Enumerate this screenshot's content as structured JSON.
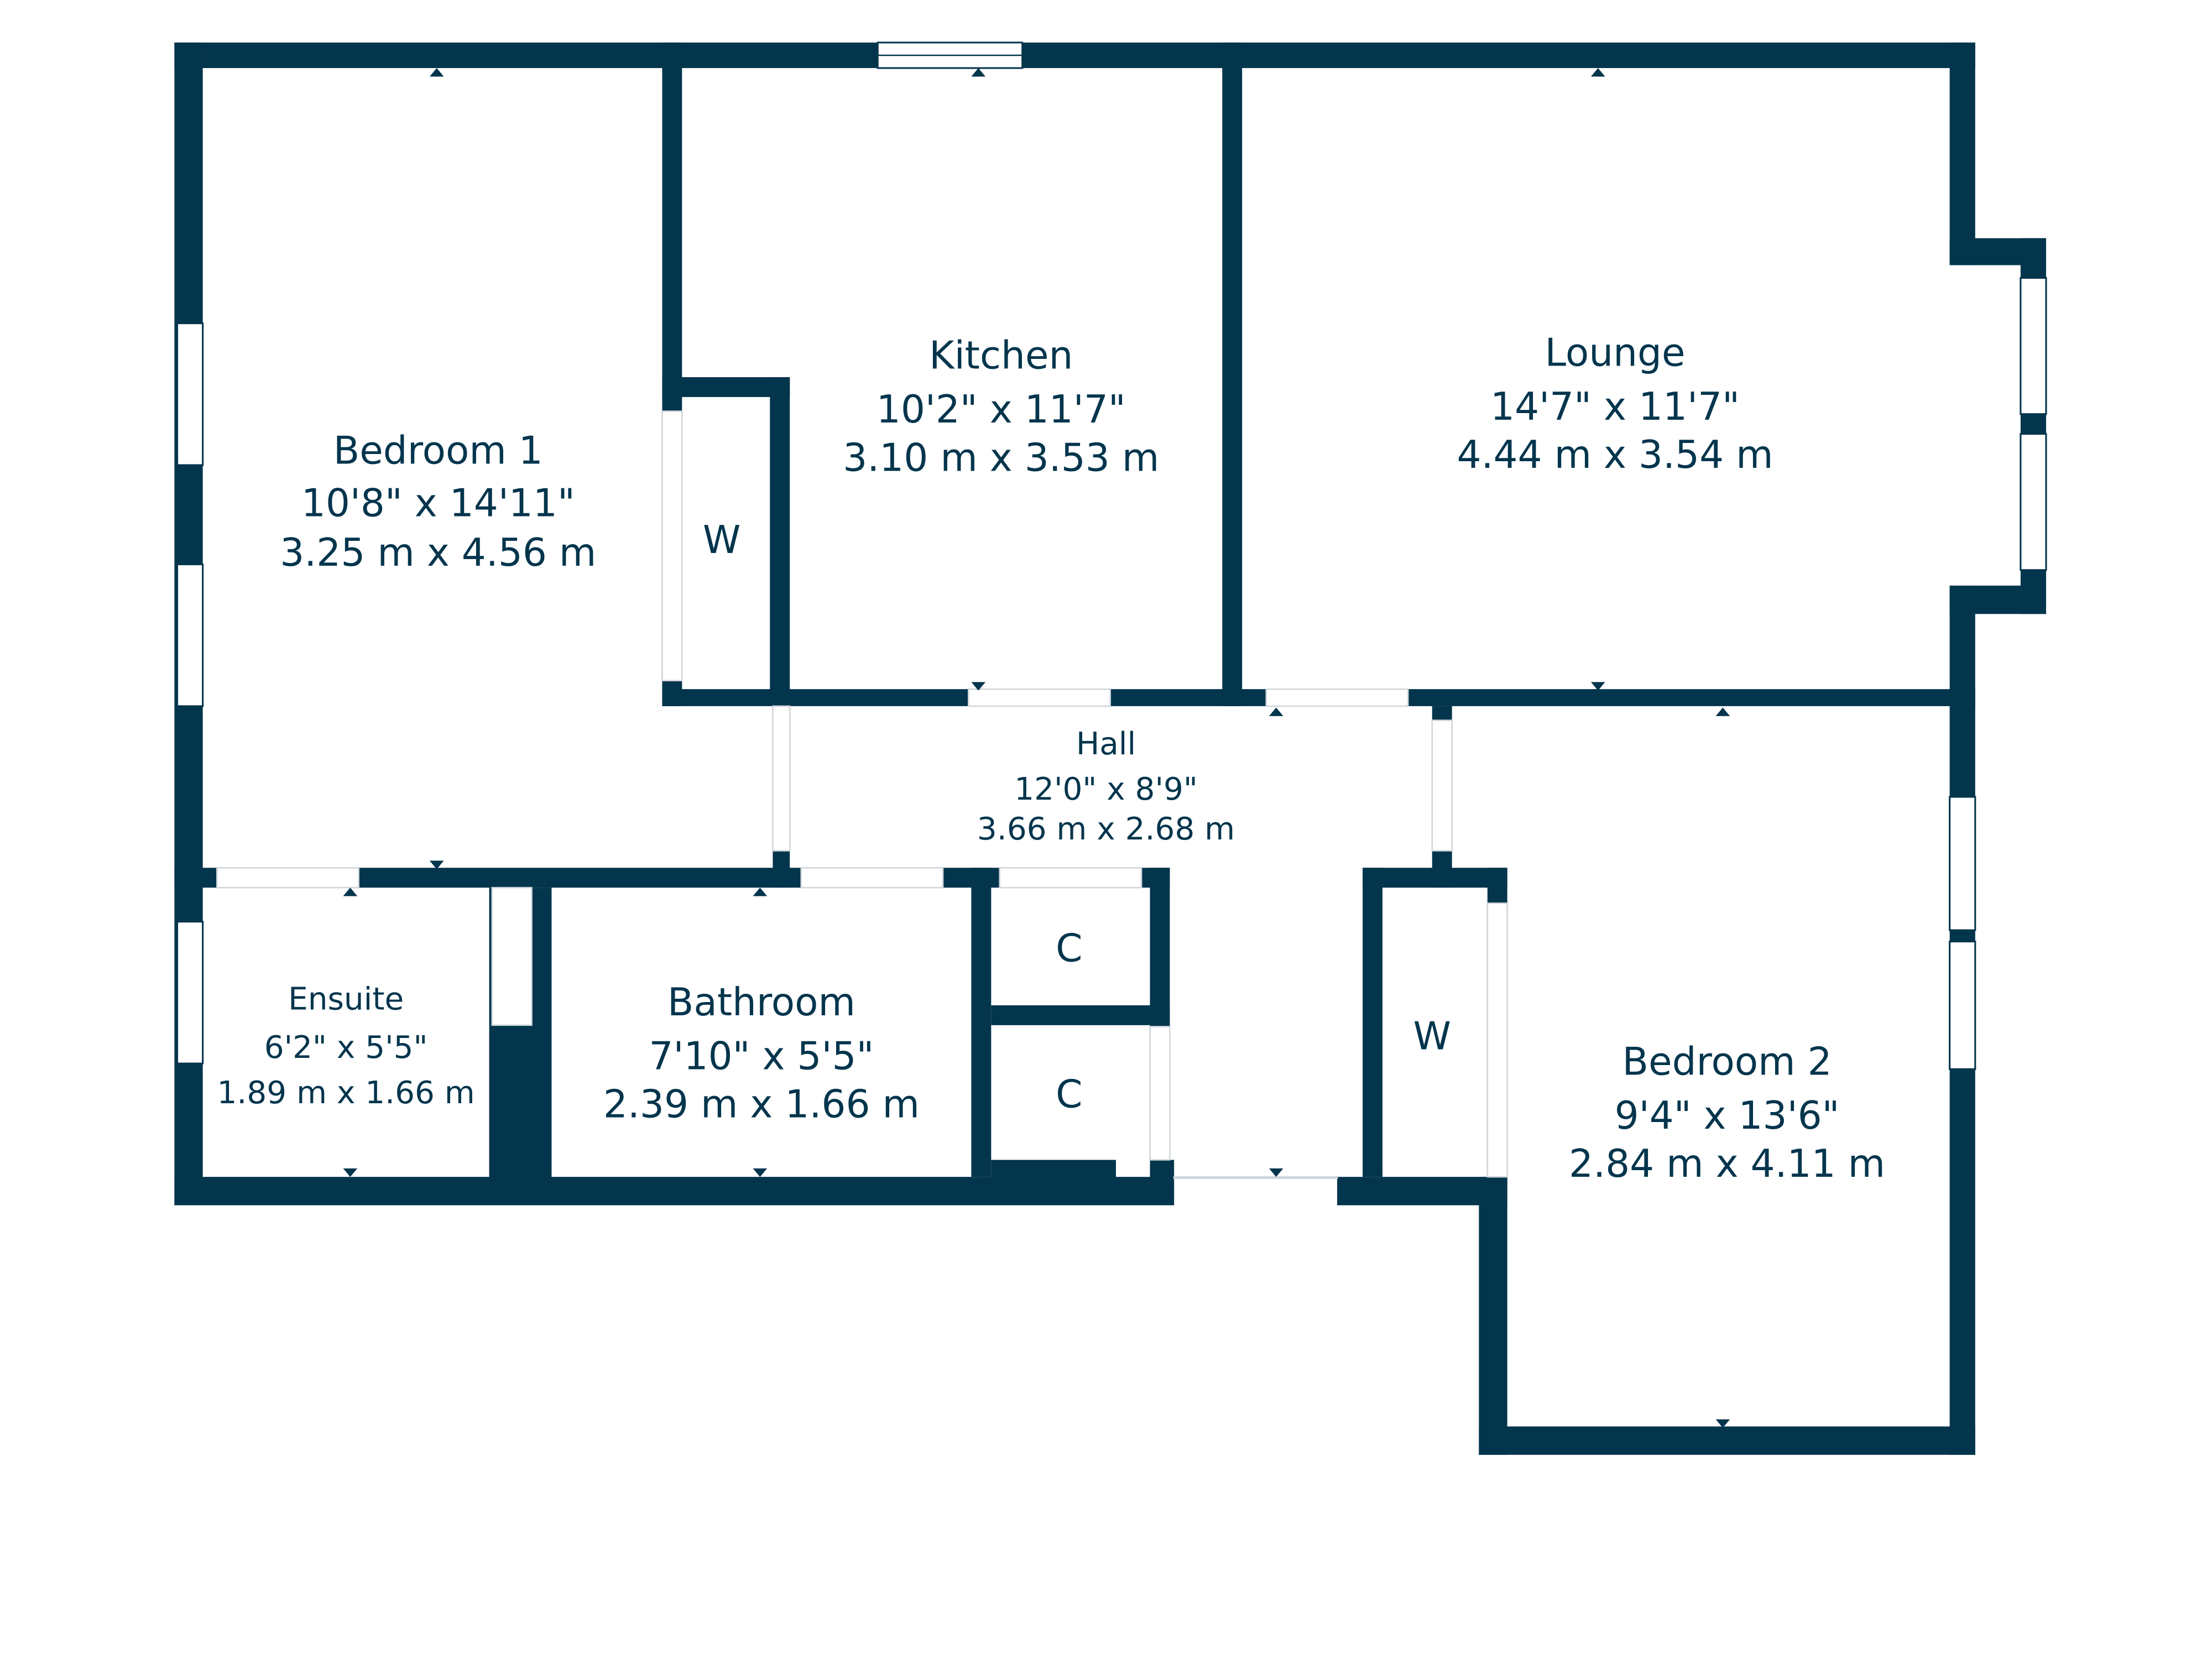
{
  "color_wall": "#03354d",
  "rooms": {
    "bedroom1": {
      "name": "Bedroom 1",
      "imperial": "10'8\" x 14'11\"",
      "metric": "3.25 m x 4.56 m"
    },
    "kitchen": {
      "name": "Kitchen",
      "imperial": "10'2\" x 11'7\"",
      "metric": "3.10 m x 3.53 m"
    },
    "lounge": {
      "name": "Lounge",
      "imperial": "14'7\" x 11'7\"",
      "metric": "4.44 m x 3.54 m"
    },
    "hall": {
      "name": "Hall",
      "imperial": "12'0\" x 8'9\"",
      "metric": "3.66 m x 2.68 m"
    },
    "ensuite": {
      "name": "Ensuite",
      "imperial": "6'2\" x 5'5\"",
      "metric": "1.89 m x 1.66 m"
    },
    "bathroom": {
      "name": "Bathroom",
      "imperial": "7'10\" x 5'5\"",
      "metric": "2.39 m x 1.66 m"
    },
    "bedroom2": {
      "name": "Bedroom 2",
      "imperial": "9'4\" x 13'6\"",
      "metric": "2.84 m x 4.11 m"
    }
  },
  "closets": {
    "w1": "W",
    "w2": "W",
    "c1": "C",
    "c2": "C"
  }
}
